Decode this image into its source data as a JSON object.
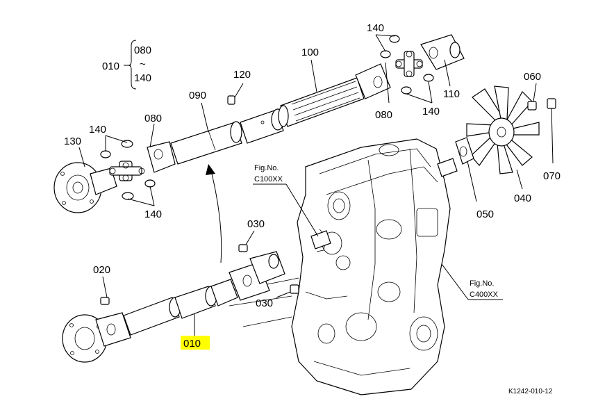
{
  "legend": {
    "start": "010",
    "top": "080",
    "tilde": "~",
    "bottom": "140"
  },
  "callouts": {
    "p100": "100",
    "p140_top": "140",
    "p110": "110",
    "p080_right": "080",
    "p140_right": "140",
    "p120": "120",
    "p090": "090",
    "p080_left": "080",
    "p140_left_top": "140",
    "p130": "130",
    "p140_left_bottom": "140",
    "p060": "060",
    "p070": "070",
    "p040": "040",
    "p050": "050",
    "p030_top": "030",
    "p030_bottom": "030",
    "p020": "020",
    "p010": "010"
  },
  "highlight_color": "#ffff00",
  "fig_refs": {
    "c100_label": "Fig.No.",
    "c100_code": "C100XX",
    "c400_label": "Fig.No.",
    "c400_code": "C400XX"
  },
  "drawing_code": "K1242-010-12"
}
